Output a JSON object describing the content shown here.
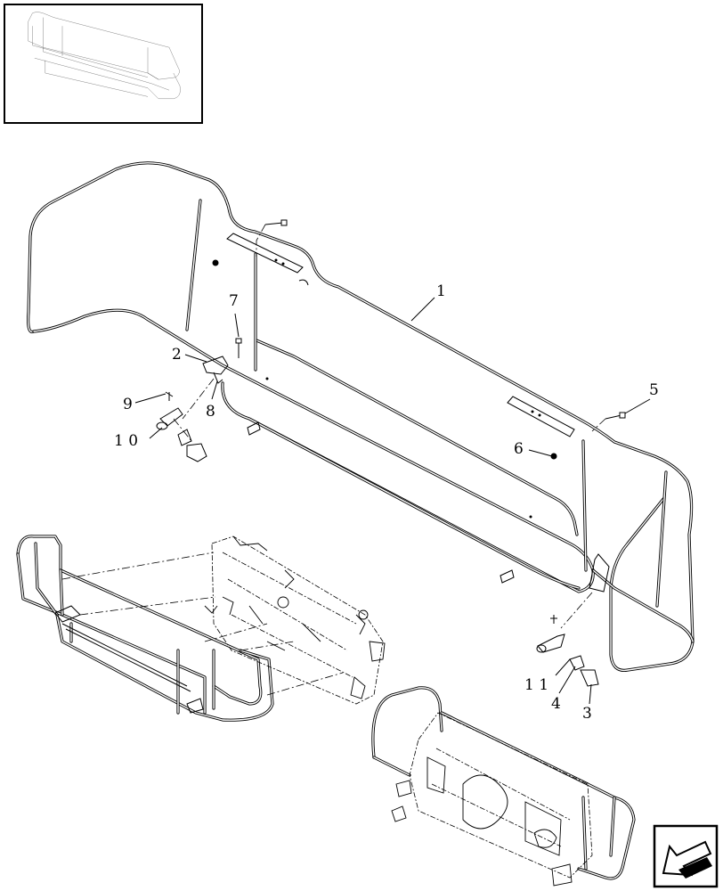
{
  "callouts": [
    {
      "id": "c1",
      "label": "1"
    },
    {
      "id": "c2",
      "label": "2"
    },
    {
      "id": "c3",
      "label": "3"
    },
    {
      "id": "c4",
      "label": "4"
    },
    {
      "id": "c5",
      "label": "5"
    },
    {
      "id": "c6",
      "label": "6"
    },
    {
      "id": "c7",
      "label": "7"
    },
    {
      "id": "c8",
      "label": "8"
    },
    {
      "id": "c9",
      "label": "9"
    },
    {
      "id": "c10",
      "label": "1 0"
    },
    {
      "id": "c11",
      "label": "1 1"
    }
  ],
  "icons": {
    "thumbnail": "assembly-overview-thumbnail",
    "nav": "previous-page-arrow-icon"
  }
}
